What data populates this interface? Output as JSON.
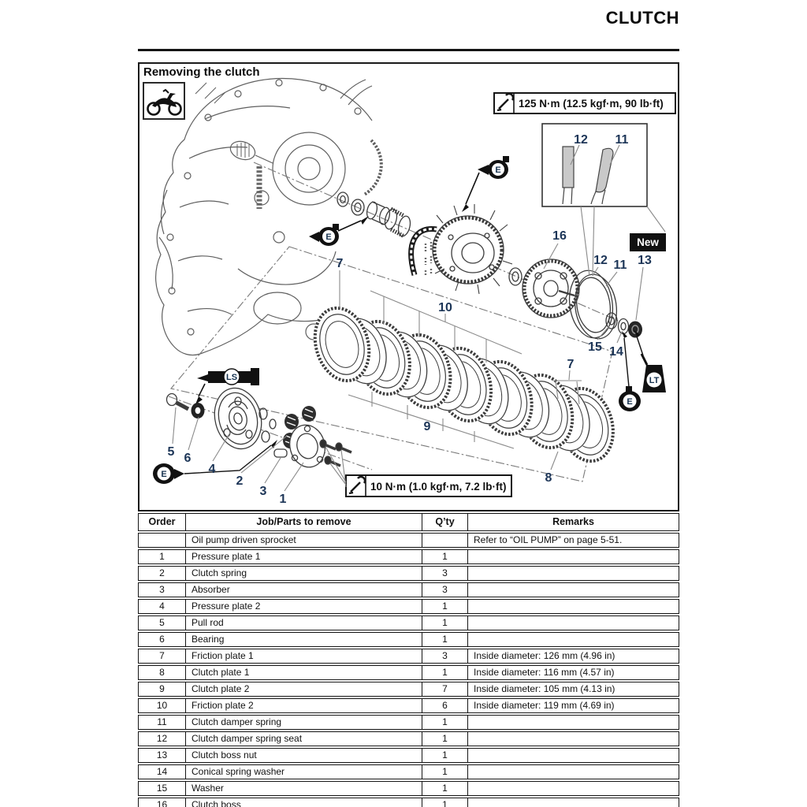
{
  "page": {
    "title": "CLUTCH"
  },
  "section": {
    "heading": "Removing the clutch"
  },
  "diagram": {
    "torque_upper": "125 N·m (12.5 kgf·m, 90 lb·ft)",
    "torque_lower": "10 N·m (1.0 kgf·m, 7.2 lb·ft)",
    "new_tag": "New",
    "icons": {
      "oil": "E",
      "grease": "LS",
      "threadlock": "LT"
    },
    "colors": {
      "callout": "#1c3557",
      "line_art": "#5f5f5f",
      "black": "#161616"
    },
    "callouts": {
      "1": "1",
      "2": "2",
      "3": "3",
      "4": "4",
      "5": "5",
      "6": "6",
      "7": "7",
      "8": "8",
      "9": "9",
      "10": "10",
      "11": "11",
      "12": "12",
      "13": "13",
      "14": "14",
      "15": "15",
      "16": "16"
    }
  },
  "table": {
    "headers": [
      "Order",
      "Job/Parts to remove",
      "Q’ty",
      "Remarks"
    ],
    "rows": [
      [
        "",
        "Oil pump driven sprocket",
        "",
        "Refer to “OIL PUMP” on page 5-51."
      ],
      [
        "1",
        "Pressure plate 1",
        "1",
        ""
      ],
      [
        "2",
        "Clutch spring",
        "3",
        ""
      ],
      [
        "3",
        "Absorber",
        "3",
        ""
      ],
      [
        "4",
        "Pressure plate 2",
        "1",
        ""
      ],
      [
        "5",
        "Pull rod",
        "1",
        ""
      ],
      [
        "6",
        "Bearing",
        "1",
        ""
      ],
      [
        "7",
        "Friction plate 1",
        "3",
        "Inside diameter: 126 mm (4.96 in)"
      ],
      [
        "8",
        "Clutch plate 1",
        "1",
        "Inside diameter: 116 mm (4.57 in)"
      ],
      [
        "9",
        "Clutch plate 2",
        "7",
        "Inside diameter: 105 mm (4.13 in)"
      ],
      [
        "10",
        "Friction plate 2",
        "6",
        "Inside diameter: 119 mm (4.69 in)"
      ],
      [
        "11",
        "Clutch damper spring",
        "1",
        ""
      ],
      [
        "12",
        "Clutch damper spring seat",
        "1",
        ""
      ],
      [
        "13",
        "Clutch boss nut",
        "1",
        ""
      ],
      [
        "14",
        "Conical spring washer",
        "1",
        ""
      ],
      [
        "15",
        "Washer",
        "1",
        ""
      ],
      [
        "16",
        "Clutch boss",
        "1",
        ""
      ]
    ]
  }
}
